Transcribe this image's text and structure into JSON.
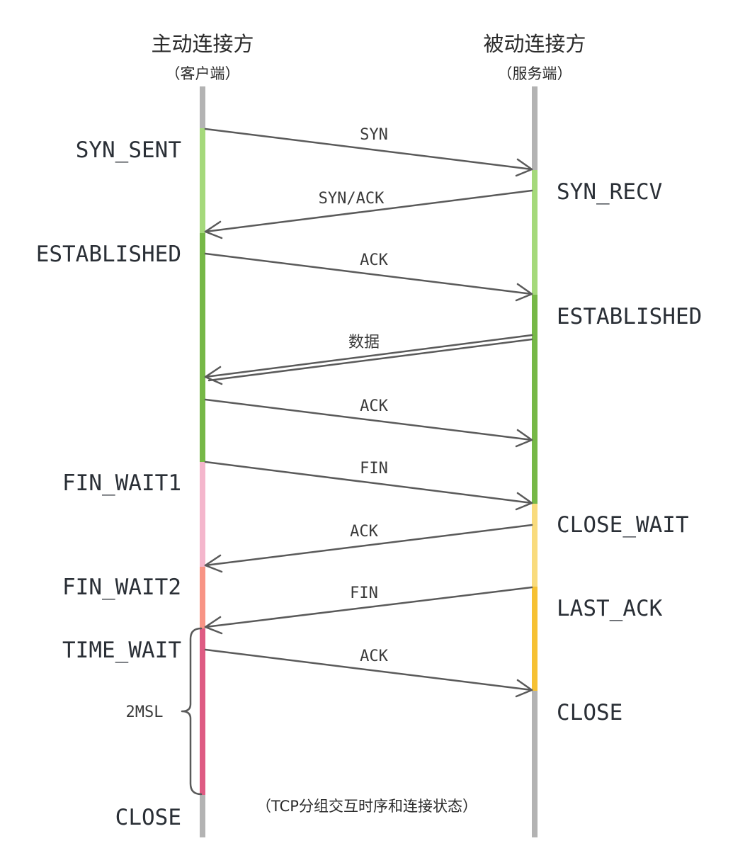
{
  "client": {
    "title": "主动连接方",
    "subtitle": "（客户端）",
    "states": [
      {
        "label": "SYN_SENT",
        "color": "#a5d97b"
      },
      {
        "label": "ESTABLISHED",
        "color": "#76b847"
      },
      {
        "label": "FIN_WAIT1",
        "color": "#f4b6cc"
      },
      {
        "label": "FIN_WAIT2",
        "color": "#f89485"
      },
      {
        "label": "TIME_WAIT",
        "color": "#de5b83"
      },
      {
        "label": "CLOSE",
        "color": "#b3b3b3"
      }
    ]
  },
  "server": {
    "title": "被动连接方",
    "subtitle": "（服务端）",
    "states": [
      {
        "label": "SYN_RECV",
        "color": "#a5d97b"
      },
      {
        "label": "ESTABLISHED",
        "color": "#76b847"
      },
      {
        "label": "CLOSE_WAIT",
        "color": "#f9db7d"
      },
      {
        "label": "LAST_ACK",
        "color": "#f6c133"
      },
      {
        "label": "CLOSE",
        "color": "#b3b3b3"
      }
    ]
  },
  "messages": [
    {
      "label": "SYN",
      "direction": "client-to-server"
    },
    {
      "label": "SYN/ACK",
      "direction": "server-to-client"
    },
    {
      "label": "ACK",
      "direction": "client-to-server"
    },
    {
      "label": "数据",
      "direction": "server-to-client",
      "style": "double"
    },
    {
      "label": "ACK",
      "direction": "client-to-server"
    },
    {
      "label": "FIN",
      "direction": "client-to-server"
    },
    {
      "label": "ACK",
      "direction": "server-to-client"
    },
    {
      "label": "FIN",
      "direction": "server-to-client"
    },
    {
      "label": "ACK",
      "direction": "client-to-server"
    }
  ],
  "brace": {
    "label": "2MSL"
  },
  "caption": "（TCP分组交互时序和连接状态）",
  "colors": {
    "lifeline": "#b3b3b3",
    "arrow": "#5a5a5a"
  }
}
